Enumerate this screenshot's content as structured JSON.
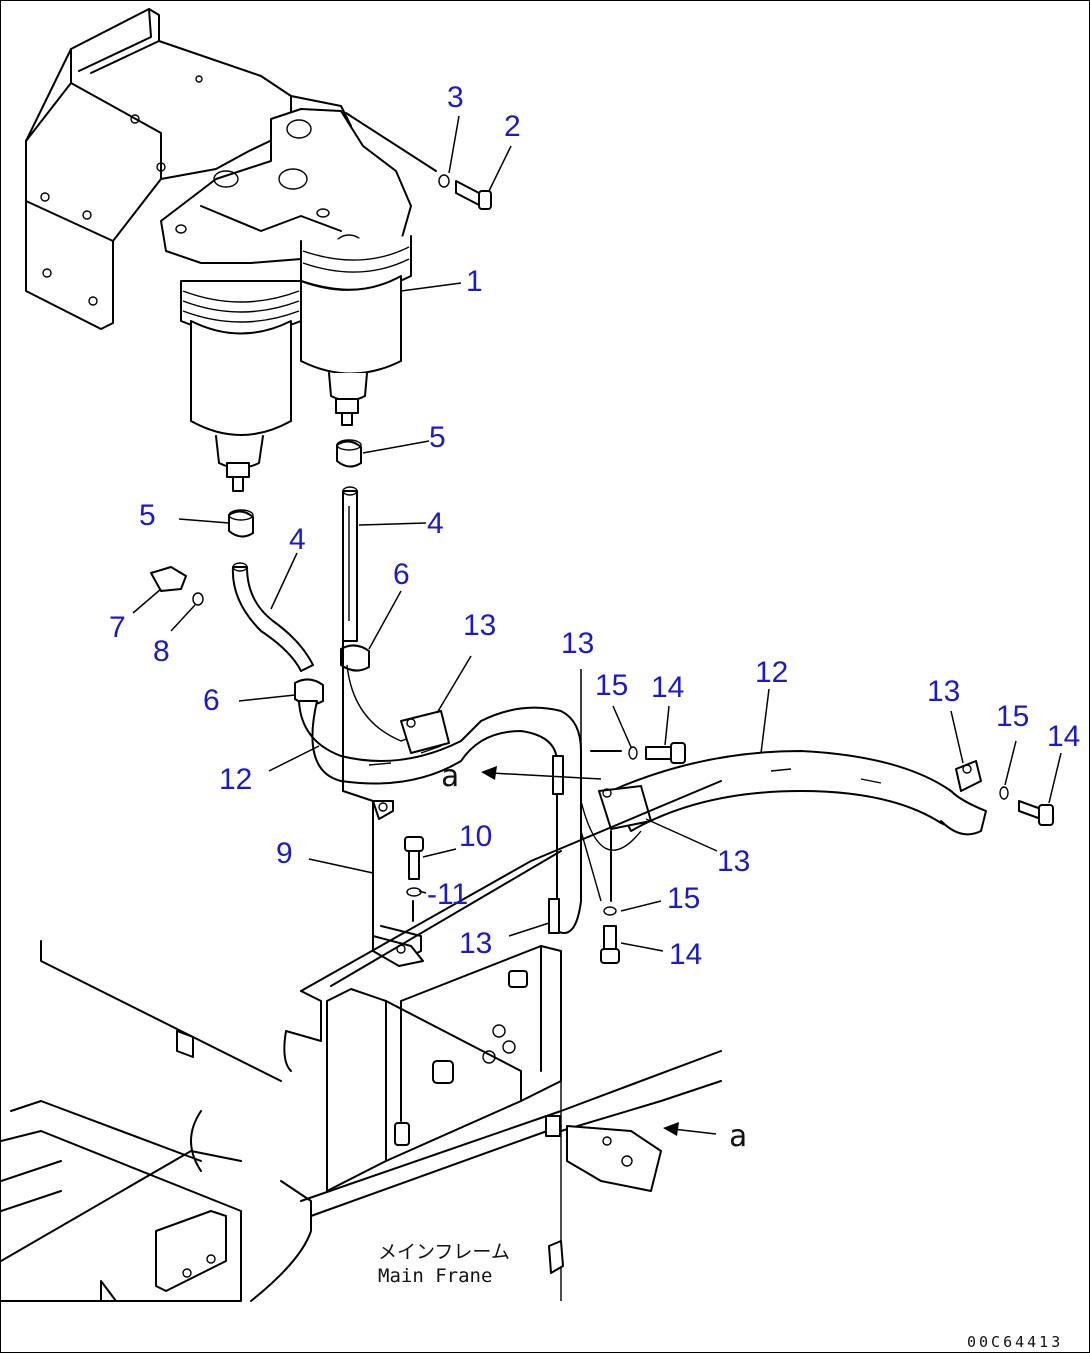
{
  "diagram": {
    "drawing_code": "00C64413",
    "main_frame_label_jp": "メインフレーム",
    "main_frame_label_en": "Main Frane",
    "view_reference_letter": "a",
    "part_labels": {
      "p1": "1",
      "p2": "2",
      "p3": "3",
      "p4a": "4",
      "p4b": "4",
      "p5a": "5",
      "p5b": "5",
      "p6a": "6",
      "p6b": "6",
      "p7": "7",
      "p8": "8",
      "p9": "9",
      "p10": "10",
      "p11": "-11",
      "p12a": "12",
      "p12b": "12",
      "p13a": "13",
      "p13b": "13",
      "p13c": "13",
      "p13d": "13",
      "p13e": "13",
      "p14a": "14",
      "p14b": "14",
      "p14c": "14",
      "p15a": "15",
      "p15b": "15",
      "p15c": "15"
    },
    "label_color": "#1a1acc"
  }
}
